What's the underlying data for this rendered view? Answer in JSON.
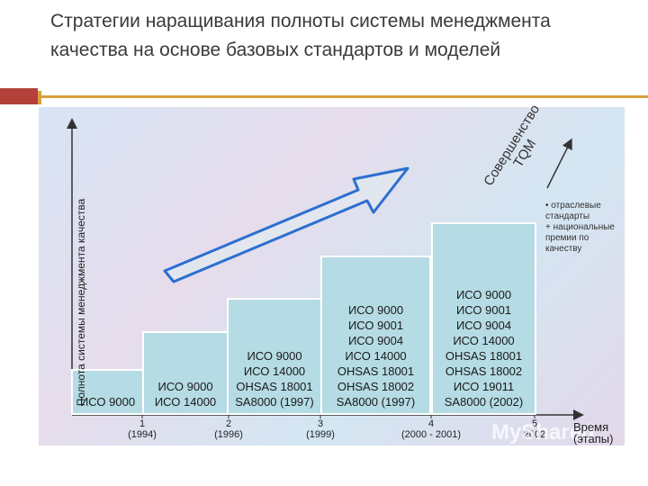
{
  "title": "Стратегии наращивания полноты системы менеджмента качества на основе базовых стандартов и моделей",
  "diagram": {
    "y_axis_label": "Полнота системы менеджмента качества",
    "x_axis_label_1": "Время",
    "x_axis_label_2": "(этапы)",
    "arrow_label_1": "Совершенство",
    "arrow_label_2": "TQM",
    "legend": [
      "• отраслевые стандарты",
      "+ национальные премии по качеству"
    ],
    "watermark": "MyShared",
    "steps": [
      {
        "num": "1",
        "year": "(1994)",
        "items": [
          "ИСО 9000"
        ]
      },
      {
        "num": "2",
        "year": "(1996)",
        "items": [
          "ИСО 9000",
          "ИСО 14000"
        ]
      },
      {
        "num": "3",
        "year": "(1999)",
        "items": [
          "ИСО 9000",
          "ИСО 14000",
          "OHSAS 18001",
          "SA8000 (1997)"
        ]
      },
      {
        "num": "4",
        "year": "(2000 - 2001)",
        "items": [
          "ИСО 9000",
          "ИСО 9001",
          "ИСО 9004",
          "ИСО 14000",
          "OHSAS 18001",
          "OHSAS 18002",
          "SA8000 (1997)"
        ]
      },
      {
        "num": "5",
        "year": "2002",
        "items": [
          "ИСО 9000",
          "ИСО 9001",
          "ИСО 9004",
          "ИСО 14000",
          "OHSAS 18001",
          "OHSAS 18002",
          "ИСО 19011",
          "SA8000 (2002)"
        ]
      }
    ]
  }
}
